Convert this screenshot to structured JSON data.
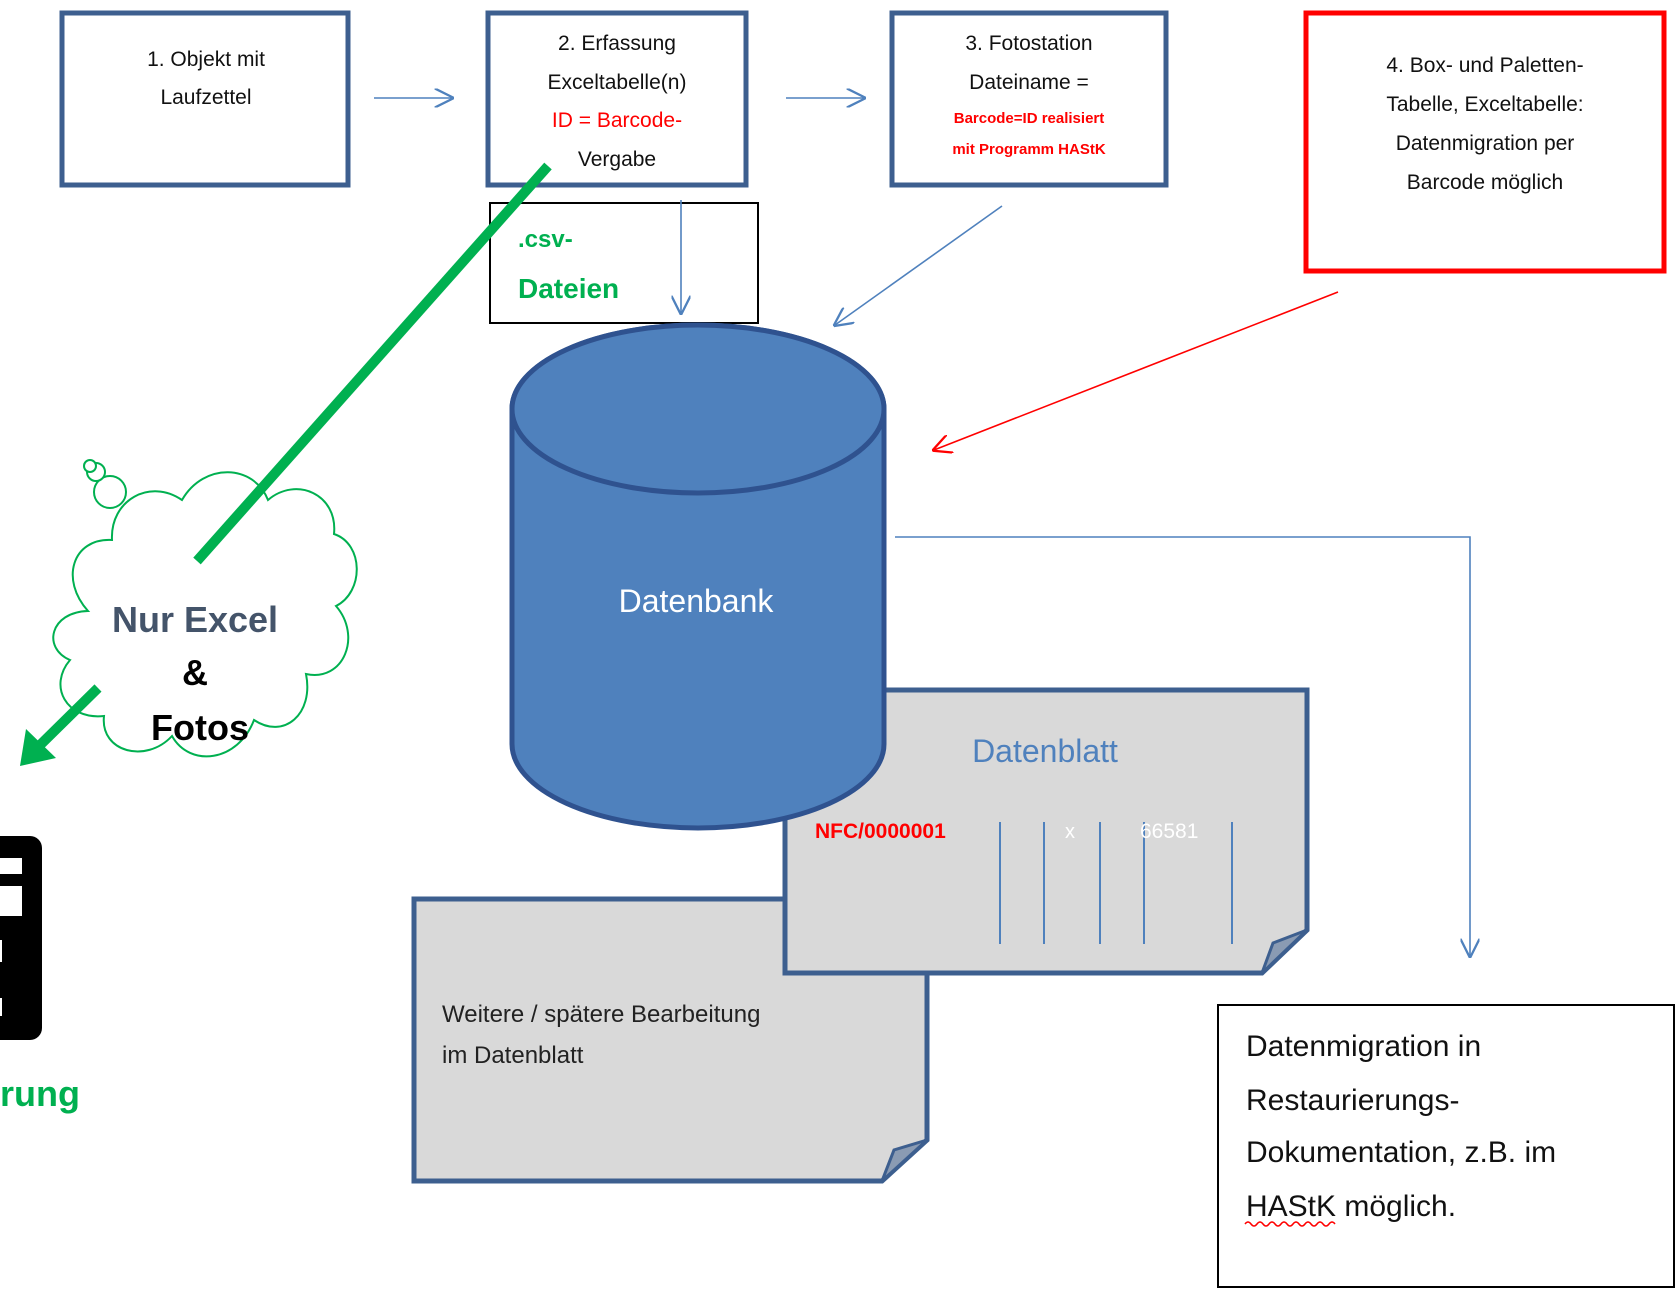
{
  "steps": {
    "step1": {
      "line1": "1. Objekt mit",
      "line2": "Laufzettel"
    },
    "step2": {
      "line1": "2. Erfassung",
      "line2": "Exceltabelle(n)",
      "line3": "ID = Barcode-",
      "line4": "Vergabe"
    },
    "step3": {
      "line1": "3. Fotostation",
      "line2": "Dateiname =",
      "line3": "Barcode=ID realisiert",
      "line4": "mit Programm HAStK"
    },
    "step4": {
      "line1": "4. Box- und Paletten-",
      "line2": "Tabelle, Exceltabelle:",
      "line3": "Datenmigration per",
      "line4": "Barcode möglich"
    }
  },
  "csv": {
    "line1": ".csv-",
    "line2": "Dateien"
  },
  "database": {
    "label": "Datenbank"
  },
  "datasheet": {
    "title": "Datenblatt",
    "id": "NFC/0000001",
    "x": "x",
    "number": "66581"
  },
  "note": {
    "line1": "Weitere / spätere Bearbeitung",
    "line2": "im Datenblatt"
  },
  "migration": {
    "line1": "Datenmigration in",
    "line2": "Restaurierungs-",
    "line3": "Dokumentation, z.B. im",
    "line4": "HAStK möglich."
  },
  "cloud": {
    "line1": "Nur Excel",
    "line2": "&",
    "line3": "Fotos"
  },
  "cutoff": {
    "label": "rung"
  },
  "colors": {
    "box_border": "#3d5f8f",
    "red": "#ff0000",
    "green": "#00b050",
    "blue_arrow": "#4f81bd",
    "cylinder": "#4f81bd",
    "sheet": "#d9d9d9"
  }
}
